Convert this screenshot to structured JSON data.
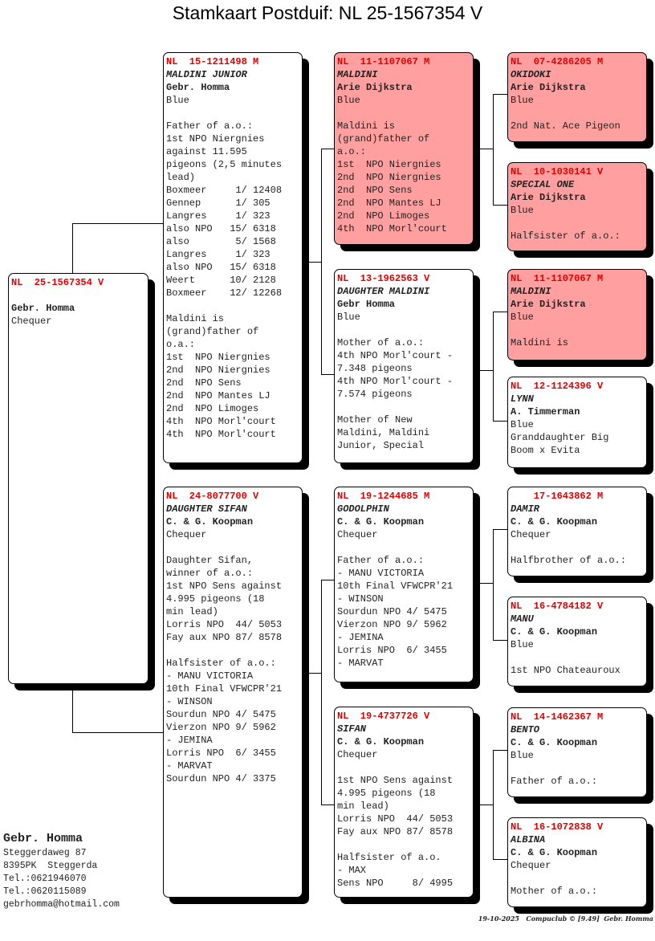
{
  "title": "Stamkaart Postduif: NL  25-1567354 V",
  "colors": {
    "highlight": "#ff9f9f",
    "ring": "#e00000"
  },
  "pigeons": {
    "subject": {
      "ring": "NL  25-1567354 V",
      "name": "",
      "owner": "Gebr. Homma",
      "color": "Chequer",
      "notes": [],
      "highlight": false
    },
    "father": {
      "ring": "NL  15-1211498 M",
      "name": "MALDINI JUNIOR",
      "owner": "Gebr. Homma",
      "color": "Blue",
      "highlight": false,
      "notes": [
        "",
        "Father of a.o.:",
        "1st NPO Niergnies",
        "against 11.595",
        "pigeons (2,5 minutes",
        "lead)",
        "Boxmeer     1/ 12408",
        "Gennep      1/ 305",
        "Langres     1/ 323",
        "also NPO   15/ 6318",
        "also        5/ 1568",
        "Langres     1/ 323",
        "also NPO   15/ 6318",
        "Weert      10/ 2128",
        "Boxmeer    12/ 12268",
        "",
        "Maldini is",
        "(grand)father of",
        "o.a.:",
        "1st  NPO Niergnies",
        "2nd  NPO Niergnies",
        "2nd  NPO Sens",
        "2nd  NPO Mantes LJ",
        "2nd  NPO Limoges",
        "4th  NPO Morl'court",
        "4th  NPO Morl'court"
      ]
    },
    "mother": {
      "ring": "NL  24-8077700 V",
      "name": "DAUGHTER SIFAN",
      "owner": "C. & G. Koopman",
      "color": "Chequer",
      "highlight": false,
      "notes": [
        "",
        "Daughter Sifan,",
        "winner of a.o.:",
        "1st NPO Sens against",
        "4.995 pigeons (18",
        "min lead)",
        "Lorris NPO  44/ 5053",
        "Fay aux NPO 87/ 8578",
        "",
        "Halfsister of a.o.:",
        "- MANU VICTORIA",
        "10th Final VFWCPR'21",
        "- WINSON",
        "Sourdun NPO 4/ 5475",
        "Vierzon NPO 9/ 5962",
        "- JEMINA",
        "Lorris NPO  6/ 3455",
        "- MARVAT",
        "Sourdun NPO 4/ 3375"
      ]
    },
    "ff": {
      "ring": "NL  11-1107067 M",
      "name": "MALDINI",
      "owner": "Arie Dijkstra",
      "color": "Blue",
      "highlight": true,
      "notes": [
        "",
        "Maldini is",
        "(grand)father of",
        "a.o.:",
        "1st  NPO Niergnies",
        "2nd  NPO Niergnies",
        "2nd  NPO Sens",
        "2nd  NPO Mantes LJ",
        "2nd  NPO Limoges",
        "4th  NPO Morl'court"
      ]
    },
    "fm": {
      "ring": "NL  13-1962563 V",
      "name": "DAUGHTER MALDINI",
      "owner": "Gebr Homma",
      "color": "Blue",
      "highlight": false,
      "notes": [
        "",
        "Mother of a.o.:",
        "4th NPO Morl'court -",
        "7.348 pigeons",
        "4th NPO Morl'court -",
        "7.574 pigeons",
        "",
        "Mother of New",
        "Maldini, Maldini",
        "Junior, Special"
      ]
    },
    "mf": {
      "ring": "NL  19-1244685 M",
      "name": "GODOLPHIN",
      "owner": "C. & G. Koopman",
      "color": "Chequer",
      "highlight": false,
      "notes": [
        "",
        "Father of a.o.:",
        "- MANU VICTORIA",
        "10th Final VFWCPR'21",
        "- WINSON",
        "Sourdun NPO 4/ 5475",
        "Vierzon NPO 9/ 5962",
        "- JEMINA",
        "Lorris NPO  6/ 3455",
        "- MARVAT"
      ]
    },
    "mm": {
      "ring": "NL  19-4737726 V",
      "name": "SIFAN",
      "owner": "C. & G. Koopman",
      "color": "Chequer",
      "highlight": false,
      "notes": [
        "",
        "1st NPO Sens against",
        "4.995 pigeons (18",
        "min lead)",
        "Lorris NPO  44/ 5053",
        "Fay aux NPO 87/ 8578",
        "",
        "Halfsister of a.o.",
        "- MAX",
        "Sens NPO     8/ 4995"
      ]
    },
    "fff": {
      "ring": "NL  07-4286205 M",
      "name": "OKIDOKI",
      "owner": "Arie Dijkstra",
      "color": "Blue",
      "highlight": true,
      "notes": [
        "",
        "2nd Nat. Ace Pigeon"
      ]
    },
    "ffm": {
      "ring": "NL  10-1030141 V",
      "name": "SPECIAL ONE",
      "owner": "Arie Dijkstra",
      "color": "Blue",
      "highlight": true,
      "notes": [
        "",
        "Halfsister of a.o.:"
      ]
    },
    "fmf": {
      "ring": "NL  11-1107067 M",
      "name": "MALDINI",
      "owner": "Arie Dijkstra",
      "color": "Blue",
      "highlight": true,
      "notes": [
        "",
        "Maldini is"
      ]
    },
    "fmm": {
      "ring": "NL  12-1124396 V",
      "name": "LYNN",
      "owner": "A. Timmerman",
      "color": "Blue",
      "highlight": false,
      "notes": [
        "Granddaughter Big",
        "Boom x Evita"
      ]
    },
    "mff": {
      "ring": "    17-1643862 M",
      "name": "DAMIR",
      "owner": "C. & G. Koopman",
      "color": "Chequer",
      "highlight": false,
      "notes": [
        "",
        "Halfbrother of a.o.:"
      ]
    },
    "mfm": {
      "ring": "NL  16-4784182 V",
      "name": "MANU",
      "owner": "C. & G. Koopman",
      "color": "Blue",
      "highlight": false,
      "notes": [
        "",
        "1st NPO Chateauroux"
      ]
    },
    "mmf": {
      "ring": "NL  14-1462367 M",
      "name": "BENTO",
      "owner": "C. & G. Koopman",
      "color": "Blue",
      "highlight": false,
      "notes": [
        "",
        "Father of a.o.:"
      ]
    },
    "mmm": {
      "ring": "NL  16-1072838 V",
      "name": "ALBINA",
      "owner": "C. & G. Koopman",
      "color": "Chequer",
      "highlight": false,
      "notes": [
        "",
        "Mother of a.o.:"
      ]
    }
  },
  "owner": {
    "name": "Gebr. Homma",
    "lines": [
      "Steggerdaweg 87",
      "8395PK  Steggerda",
      "Tel.:0621946070",
      "Tel.:0620115089",
      "gebrhomma@hotmail.com"
    ]
  },
  "footer": "19-10-2025   Compuclub © [9.49]  Gebr. Homma"
}
